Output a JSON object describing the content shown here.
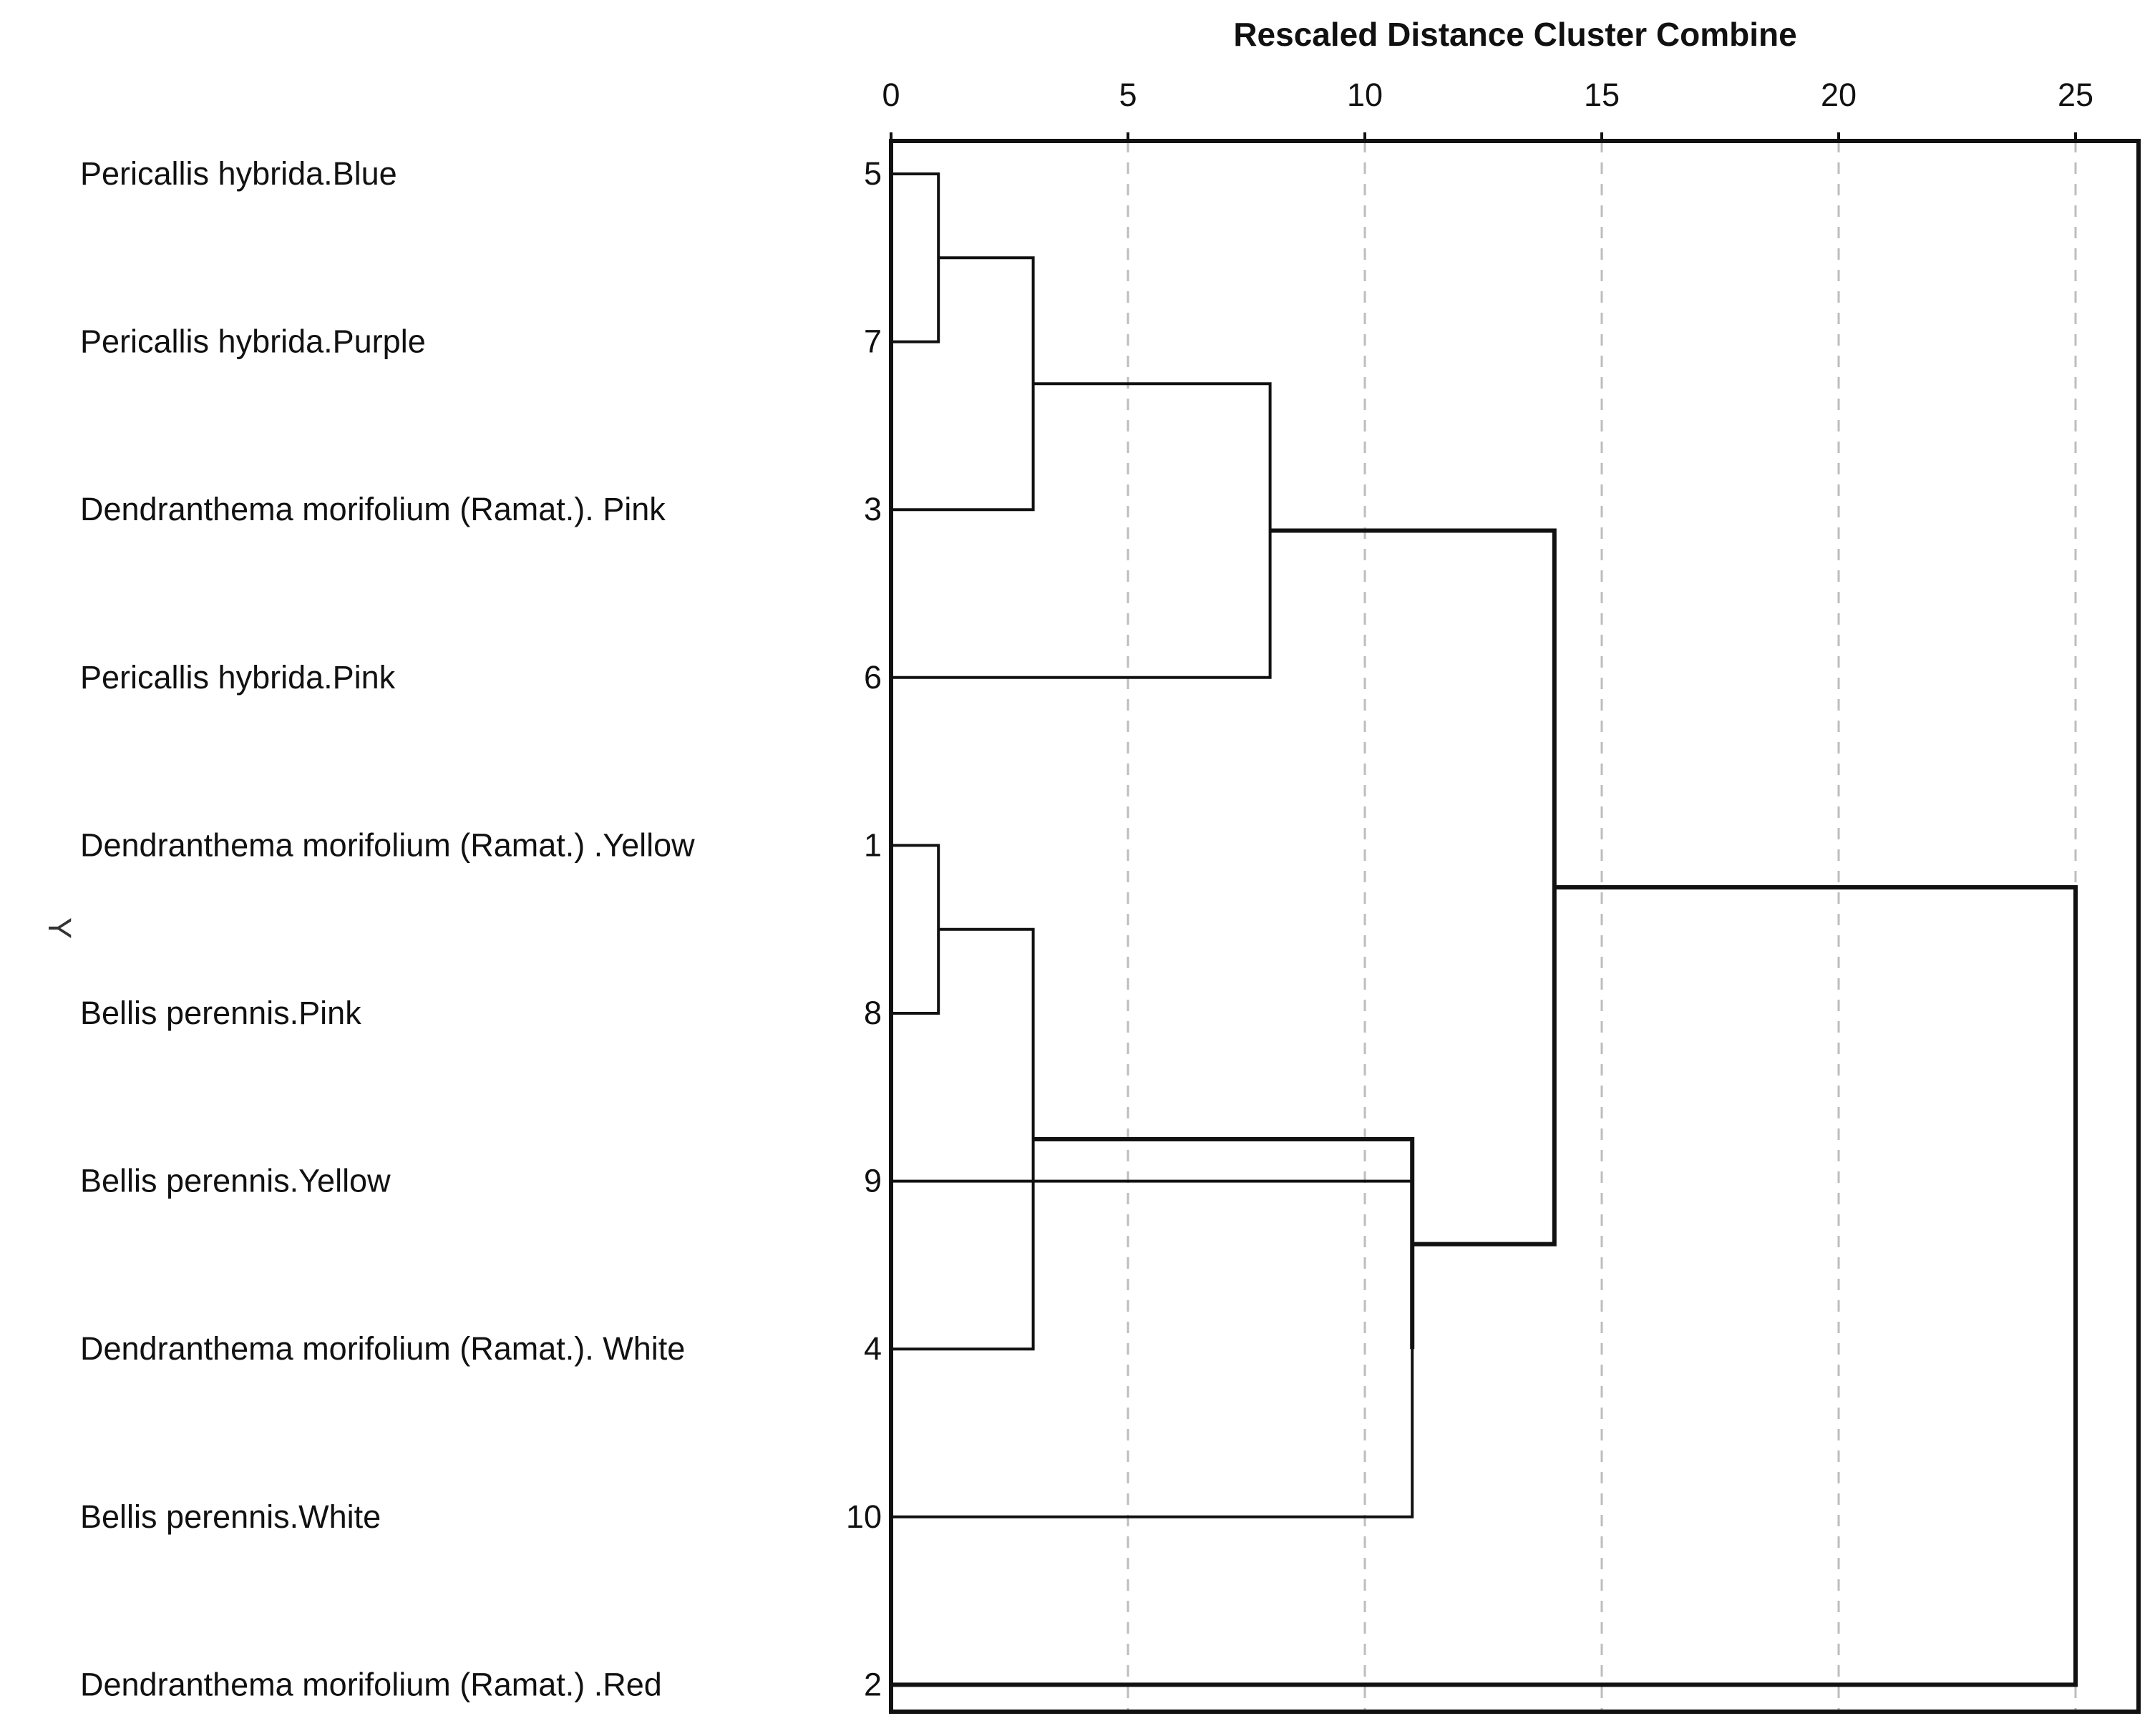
{
  "chart_data": {
    "type": "dendrogram",
    "title": "Rescaled Distance Cluster Combine",
    "ylabel": "Y",
    "xlim": [
      0,
      25
    ],
    "x_ticks": [
      0,
      5,
      10,
      15,
      20,
      25
    ],
    "grid": true,
    "leaves": [
      {
        "id": 5,
        "label": "Pericallis hybrida.Blue"
      },
      {
        "id": 7,
        "label": "Pericallis hybrida.Purple"
      },
      {
        "id": 3,
        "label": "Dendranthema morifolium (Ramat.). Pink"
      },
      {
        "id": 6,
        "label": "Pericallis hybrida.Pink"
      },
      {
        "id": 1,
        "label": "Dendranthema morifolium (Ramat.) .Yellow"
      },
      {
        "id": 8,
        "label": "Bellis perennis.Pink"
      },
      {
        "id": 9,
        "label": "Bellis perennis.Yellow"
      },
      {
        "id": 4,
        "label": "Dendranthema morifolium (Ramat.). White"
      },
      {
        "id": 10,
        "label": "Bellis perennis.White"
      },
      {
        "id": 2,
        "label": "Dendranthema morifolium (Ramat.) .Red"
      }
    ],
    "merges": [
      {
        "a": "L0",
        "b": "L1",
        "distance": 1
      },
      {
        "a": "M0",
        "b": "L2",
        "distance": 3
      },
      {
        "a": "M1",
        "b": "L3",
        "distance": 8
      },
      {
        "a": "L4",
        "b": "L5",
        "distance": 1
      },
      {
        "a": "M3",
        "b": "L7",
        "distance": 3
      },
      {
        "a": "L6",
        "b": "L8",
        "distance": 11
      },
      {
        "a": "M4",
        "b": "M5",
        "distance": 11
      },
      {
        "a": "M2",
        "b": "M6",
        "distance": 14
      },
      {
        "a": "M7",
        "b": "L9",
        "distance": 25
      }
    ]
  }
}
